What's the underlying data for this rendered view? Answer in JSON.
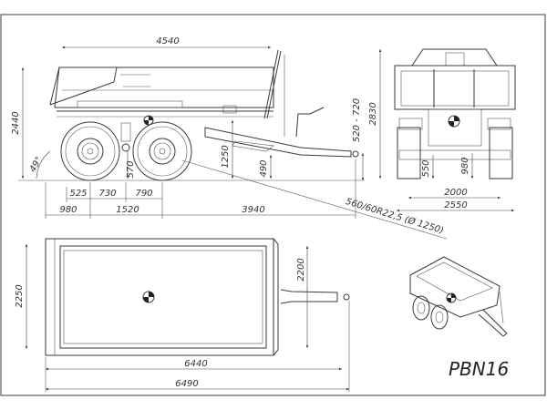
{
  "drawing": {
    "model_label": "PBN16",
    "views": {
      "side_view": {
        "dimensions": {
          "body_length": "4540",
          "total_height": "2440",
          "tipping_angle": "49°",
          "tyre_clearance": "570",
          "frame_height": "1250",
          "hitch_height_min": "490",
          "hitch_range": "520 - 720",
          "rear_overhang_axle": "525",
          "axle_spacing_a": "730",
          "axle_spacing_b": "790",
          "rear_to_axle": "980",
          "axle_base": "1520",
          "axle_to_hitch": "3940",
          "tyre_spec": "560/60R22,5 (Ø 1250)"
        }
      },
      "front_view": {
        "dimensions": {
          "height": "2830",
          "ground_clearance": "550",
          "hitch_height": "980",
          "track_width": "2000",
          "overall_width": "2550"
        }
      },
      "top_view": {
        "dimensions": {
          "body_width": "2250",
          "inner_width": "2200",
          "length_to_hitch": "6440",
          "overall_length": "6490"
        }
      },
      "isometric_view": {
        "label": "PBN16"
      }
    }
  }
}
